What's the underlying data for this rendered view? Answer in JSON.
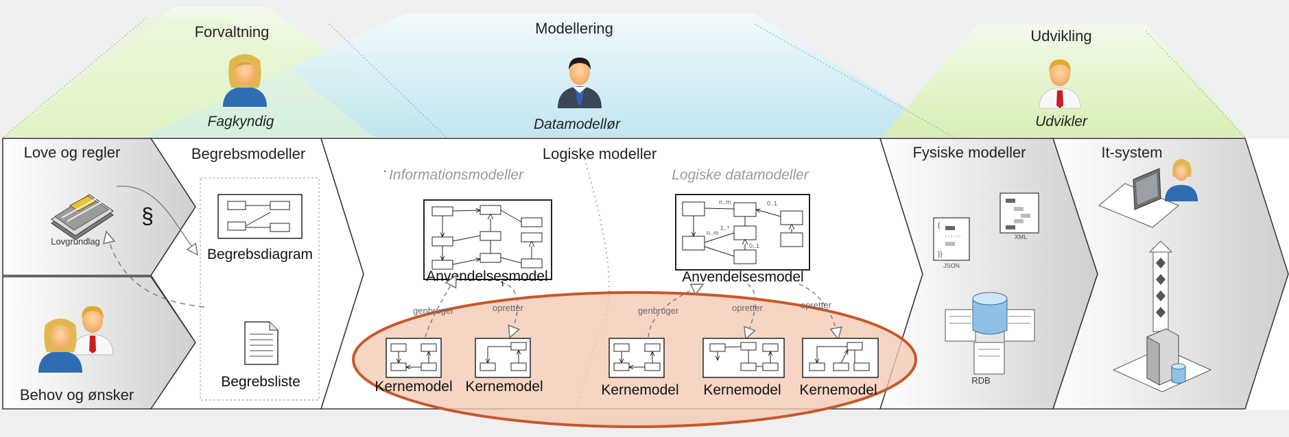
{
  "roles": [
    {
      "title": "Forvaltning",
      "person": "Fagkyndig"
    },
    {
      "title": "Modellering",
      "person": "Datamodellør"
    },
    {
      "title": "Udvikling",
      "person": "Udvikler"
    }
  ],
  "sections": {
    "love_og_regler": "Love og regler",
    "lovgrundlag": "Lovgrundlag",
    "paragraph": "§",
    "behov_og_onsker": "Behov og ønsker",
    "begrebsmodeller": "Begrebsmodeller",
    "begrebsdiagram": "Begrebsdiagram",
    "begrebsliste": "Begrebsliste",
    "logiske_modeller": "Logiske modeller",
    "informationsmodeller": "Informationsmodeller",
    "logiske_datamodeller": "Logiske datamodeller",
    "anvendelsesmodel_1": "Anvendelsesmodel",
    "anvendelsesmodel_2": "Anvendelsesmodel",
    "fysiske_modeller": "Fysiske modeller",
    "json": "JSON",
    "xml": "XML",
    "rdb": "RDB",
    "it_system": "It-system"
  },
  "kernemodeller": [
    "Kernemodel",
    "Kernemodel",
    "Kernemodel",
    "Kernemodel",
    "Kernemodel"
  ],
  "relations": {
    "genbruger_1": "genbruger",
    "opretter_1": "opretter",
    "genbruger_2": "genbruger",
    "opretter_2": "opretter",
    "opretter_3": "opretter"
  },
  "multiplicities": {
    "m1": "n..m",
    "m2": "0..1",
    "m3": "n..m",
    "m4": "1..*",
    "m5": "0..1"
  },
  "colors": {
    "highlight_stroke": "#c8572a",
    "highlight_fill": "#f3c9b4",
    "green_band": "#d8efb0",
    "blue_band": "#bfe6f2",
    "panel_gray": "#d4d4d4"
  }
}
